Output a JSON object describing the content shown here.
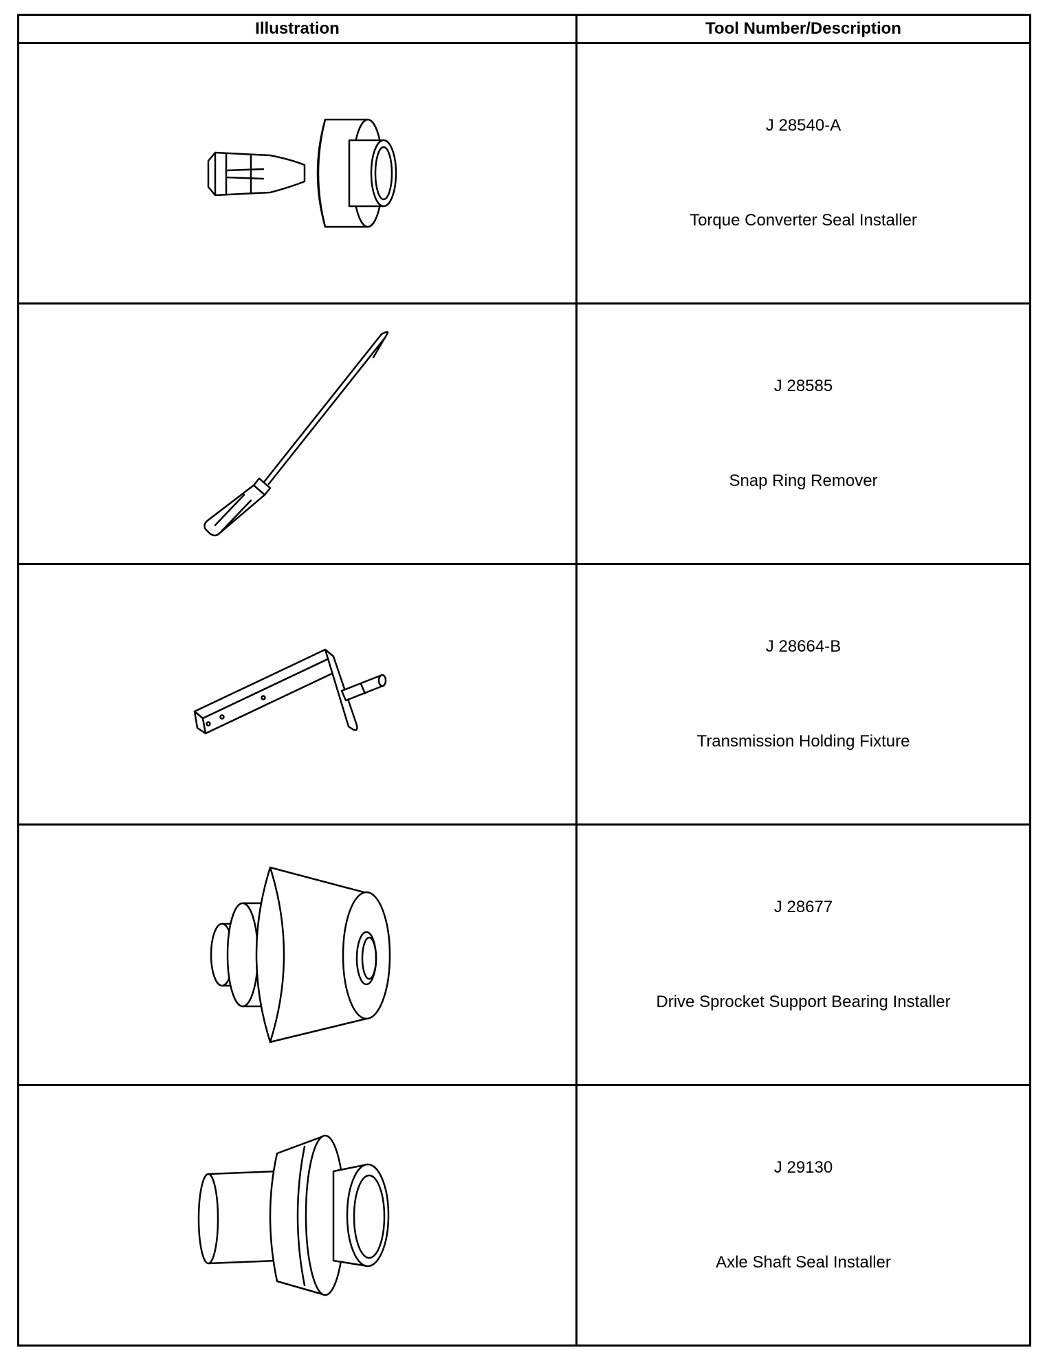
{
  "table": {
    "headers": {
      "illustration": "Illustration",
      "tool": "Tool Number/Description"
    },
    "rows": [
      {
        "number": "J 28540-A",
        "description": "Torque Converter Seal Installer",
        "icon": "seal-installer-icon"
      },
      {
        "number": "J 28585",
        "description": "Snap Ring Remover",
        "icon": "snap-ring-remover-icon"
      },
      {
        "number": "J 28664-B",
        "description": "Transmission Holding Fixture",
        "icon": "holding-fixture-icon"
      },
      {
        "number": "J 28677",
        "description": "Drive Sprocket Support Bearing Installer",
        "icon": "bearing-installer-icon"
      },
      {
        "number": "J 29130",
        "description": "Axle Shaft Seal Installer",
        "icon": "axle-seal-installer-icon"
      }
    ]
  }
}
